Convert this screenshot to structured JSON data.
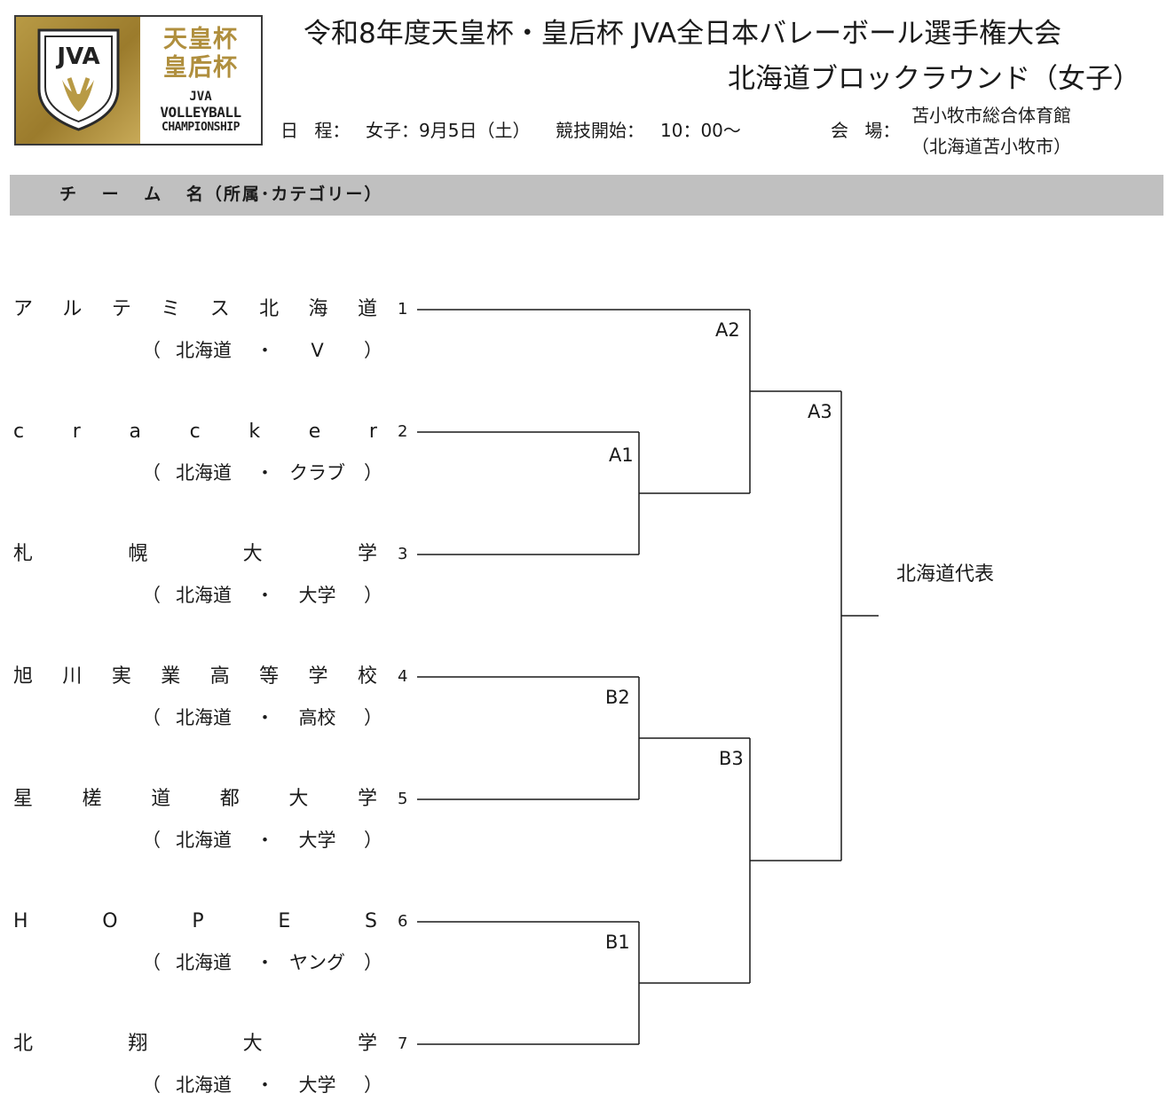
{
  "logo": {
    "jva": "JVA",
    "cup_line1": "天皇杯",
    "cup_line2": "皇后杯",
    "small_jva": "JVA",
    "volleyball": "VOLLEYBALL",
    "championship": "CHAMPIONSHIP",
    "gold_color": "#a8893a"
  },
  "header": {
    "title_line1": "令和8年度天皇杯・皇后杯 JVA全日本バレーボール選手権大会",
    "title_line2": "北海道ブロックラウンド（女子）",
    "schedule_label": "日 程：",
    "schedule_value": "女子：9月5日（土）",
    "start_label": "競技開始：",
    "start_value": "10：00〜",
    "venue_label": "会 場：",
    "venue_name": "苫小牧市総合体育館",
    "venue_location": "（北海道苫小牧市）"
  },
  "band_label": "チ ー ム 名（所属･カテゴリー）",
  "teams": [
    {
      "seed": "1",
      "name": [
        "ア",
        "ル",
        "テ",
        "ミ",
        "ス",
        "北",
        "海",
        "道"
      ],
      "aff": {
        "open": "（",
        "pref": "北海道",
        "dot": "・",
        "cat": "V",
        "close": "）"
      }
    },
    {
      "seed": "2",
      "name": [
        "c",
        "r",
        "a",
        "c",
        "k",
        "e",
        "r"
      ],
      "aff": {
        "open": "（",
        "pref": "北海道",
        "dot": "・",
        "cat": "クラブ",
        "close": "）"
      }
    },
    {
      "seed": "3",
      "name": [
        "札",
        "幌",
        "大",
        "学"
      ],
      "aff": {
        "open": "（",
        "pref": "北海道",
        "dot": "・",
        "cat": "大学",
        "close": "）"
      }
    },
    {
      "seed": "4",
      "name": [
        "旭",
        "川",
        "実",
        "業",
        "高",
        "等",
        "学",
        "校"
      ],
      "aff": {
        "open": "（",
        "pref": "北海道",
        "dot": "・",
        "cat": "高校",
        "close": "）"
      }
    },
    {
      "seed": "5",
      "name": [
        "星",
        "槎",
        "道",
        "都",
        "大",
        "学"
      ],
      "aff": {
        "open": "（",
        "pref": "北海道",
        "dot": "・",
        "cat": "大学",
        "close": "）"
      }
    },
    {
      "seed": "6",
      "name": [
        "H",
        "O",
        "P",
        "E",
        "S"
      ],
      "aff": {
        "open": "（",
        "pref": "北海道",
        "dot": "・",
        "cat": "ヤング",
        "close": "）"
      }
    },
    {
      "seed": "7",
      "name": [
        "北",
        "翔",
        "大",
        "学"
      ],
      "aff": {
        "open": "（",
        "pref": "北海道",
        "dot": "・",
        "cat": "大学",
        "close": "）"
      }
    }
  ],
  "matches": {
    "A1": "A1",
    "A2": "A2",
    "A3": "A3",
    "B1": "B1",
    "B2": "B2",
    "B3": "B3"
  },
  "final_label": "北海道代表"
}
